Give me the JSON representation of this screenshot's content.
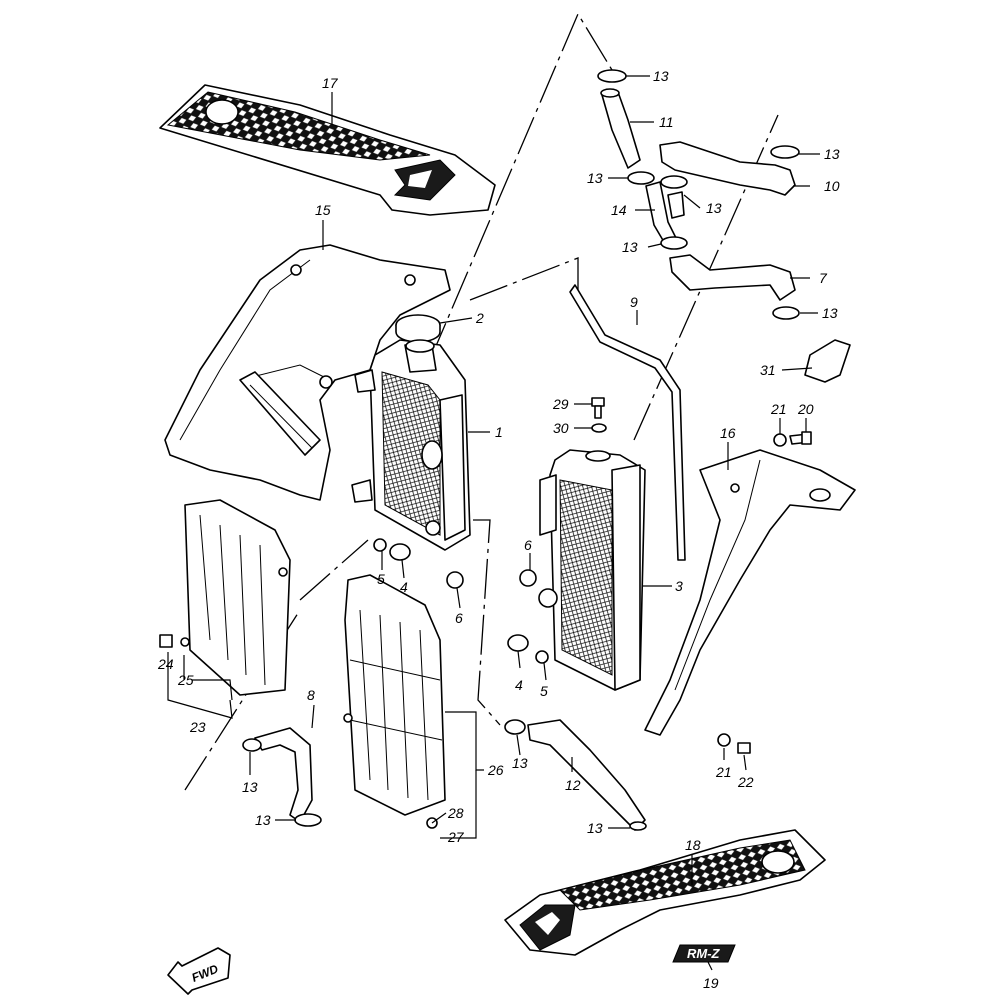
{
  "diagram": {
    "callouts": [
      {
        "id": "c17",
        "text": "17"
      },
      {
        "id": "c15",
        "text": "15"
      },
      {
        "id": "c2",
        "text": "2"
      },
      {
        "id": "c1",
        "text": "1"
      },
      {
        "id": "c9",
        "text": "9"
      },
      {
        "id": "c13a",
        "text": "13"
      },
      {
        "id": "c11",
        "text": "11"
      },
      {
        "id": "c13b",
        "text": "13"
      },
      {
        "id": "c10",
        "text": "10"
      },
      {
        "id": "c13c",
        "text": "13"
      },
      {
        "id": "c14",
        "text": "14"
      },
      {
        "id": "c13d",
        "text": "13"
      },
      {
        "id": "c13e",
        "text": "13"
      },
      {
        "id": "c7",
        "text": "7"
      },
      {
        "id": "c13f",
        "text": "13"
      },
      {
        "id": "c31",
        "text": "31"
      },
      {
        "id": "c29",
        "text": "29"
      },
      {
        "id": "c30",
        "text": "30"
      },
      {
        "id": "c21a",
        "text": "21"
      },
      {
        "id": "c20",
        "text": "20"
      },
      {
        "id": "c16",
        "text": "16"
      },
      {
        "id": "c3",
        "text": "3"
      },
      {
        "id": "c6a",
        "text": "6"
      },
      {
        "id": "c5a",
        "text": "5"
      },
      {
        "id": "c4a",
        "text": "4"
      },
      {
        "id": "c6b",
        "text": "6"
      },
      {
        "id": "c4b",
        "text": "4"
      },
      {
        "id": "c5b",
        "text": "5"
      },
      {
        "id": "c24",
        "text": "24"
      },
      {
        "id": "c25",
        "text": "25"
      },
      {
        "id": "c23",
        "text": "23"
      },
      {
        "id": "c8",
        "text": "8"
      },
      {
        "id": "c13g",
        "text": "13"
      },
      {
        "id": "c13h",
        "text": "13"
      },
      {
        "id": "c26",
        "text": "26"
      },
      {
        "id": "c28",
        "text": "28"
      },
      {
        "id": "c27",
        "text": "27"
      },
      {
        "id": "c13i",
        "text": "13"
      },
      {
        "id": "c12",
        "text": "12"
      },
      {
        "id": "c13j",
        "text": "13"
      },
      {
        "id": "c21b",
        "text": "21"
      },
      {
        "id": "c22",
        "text": "22"
      },
      {
        "id": "c18",
        "text": "18"
      },
      {
        "id": "c19",
        "text": "19"
      }
    ],
    "fwd_label": "FWD",
    "emblem_text": "RM-Z"
  }
}
